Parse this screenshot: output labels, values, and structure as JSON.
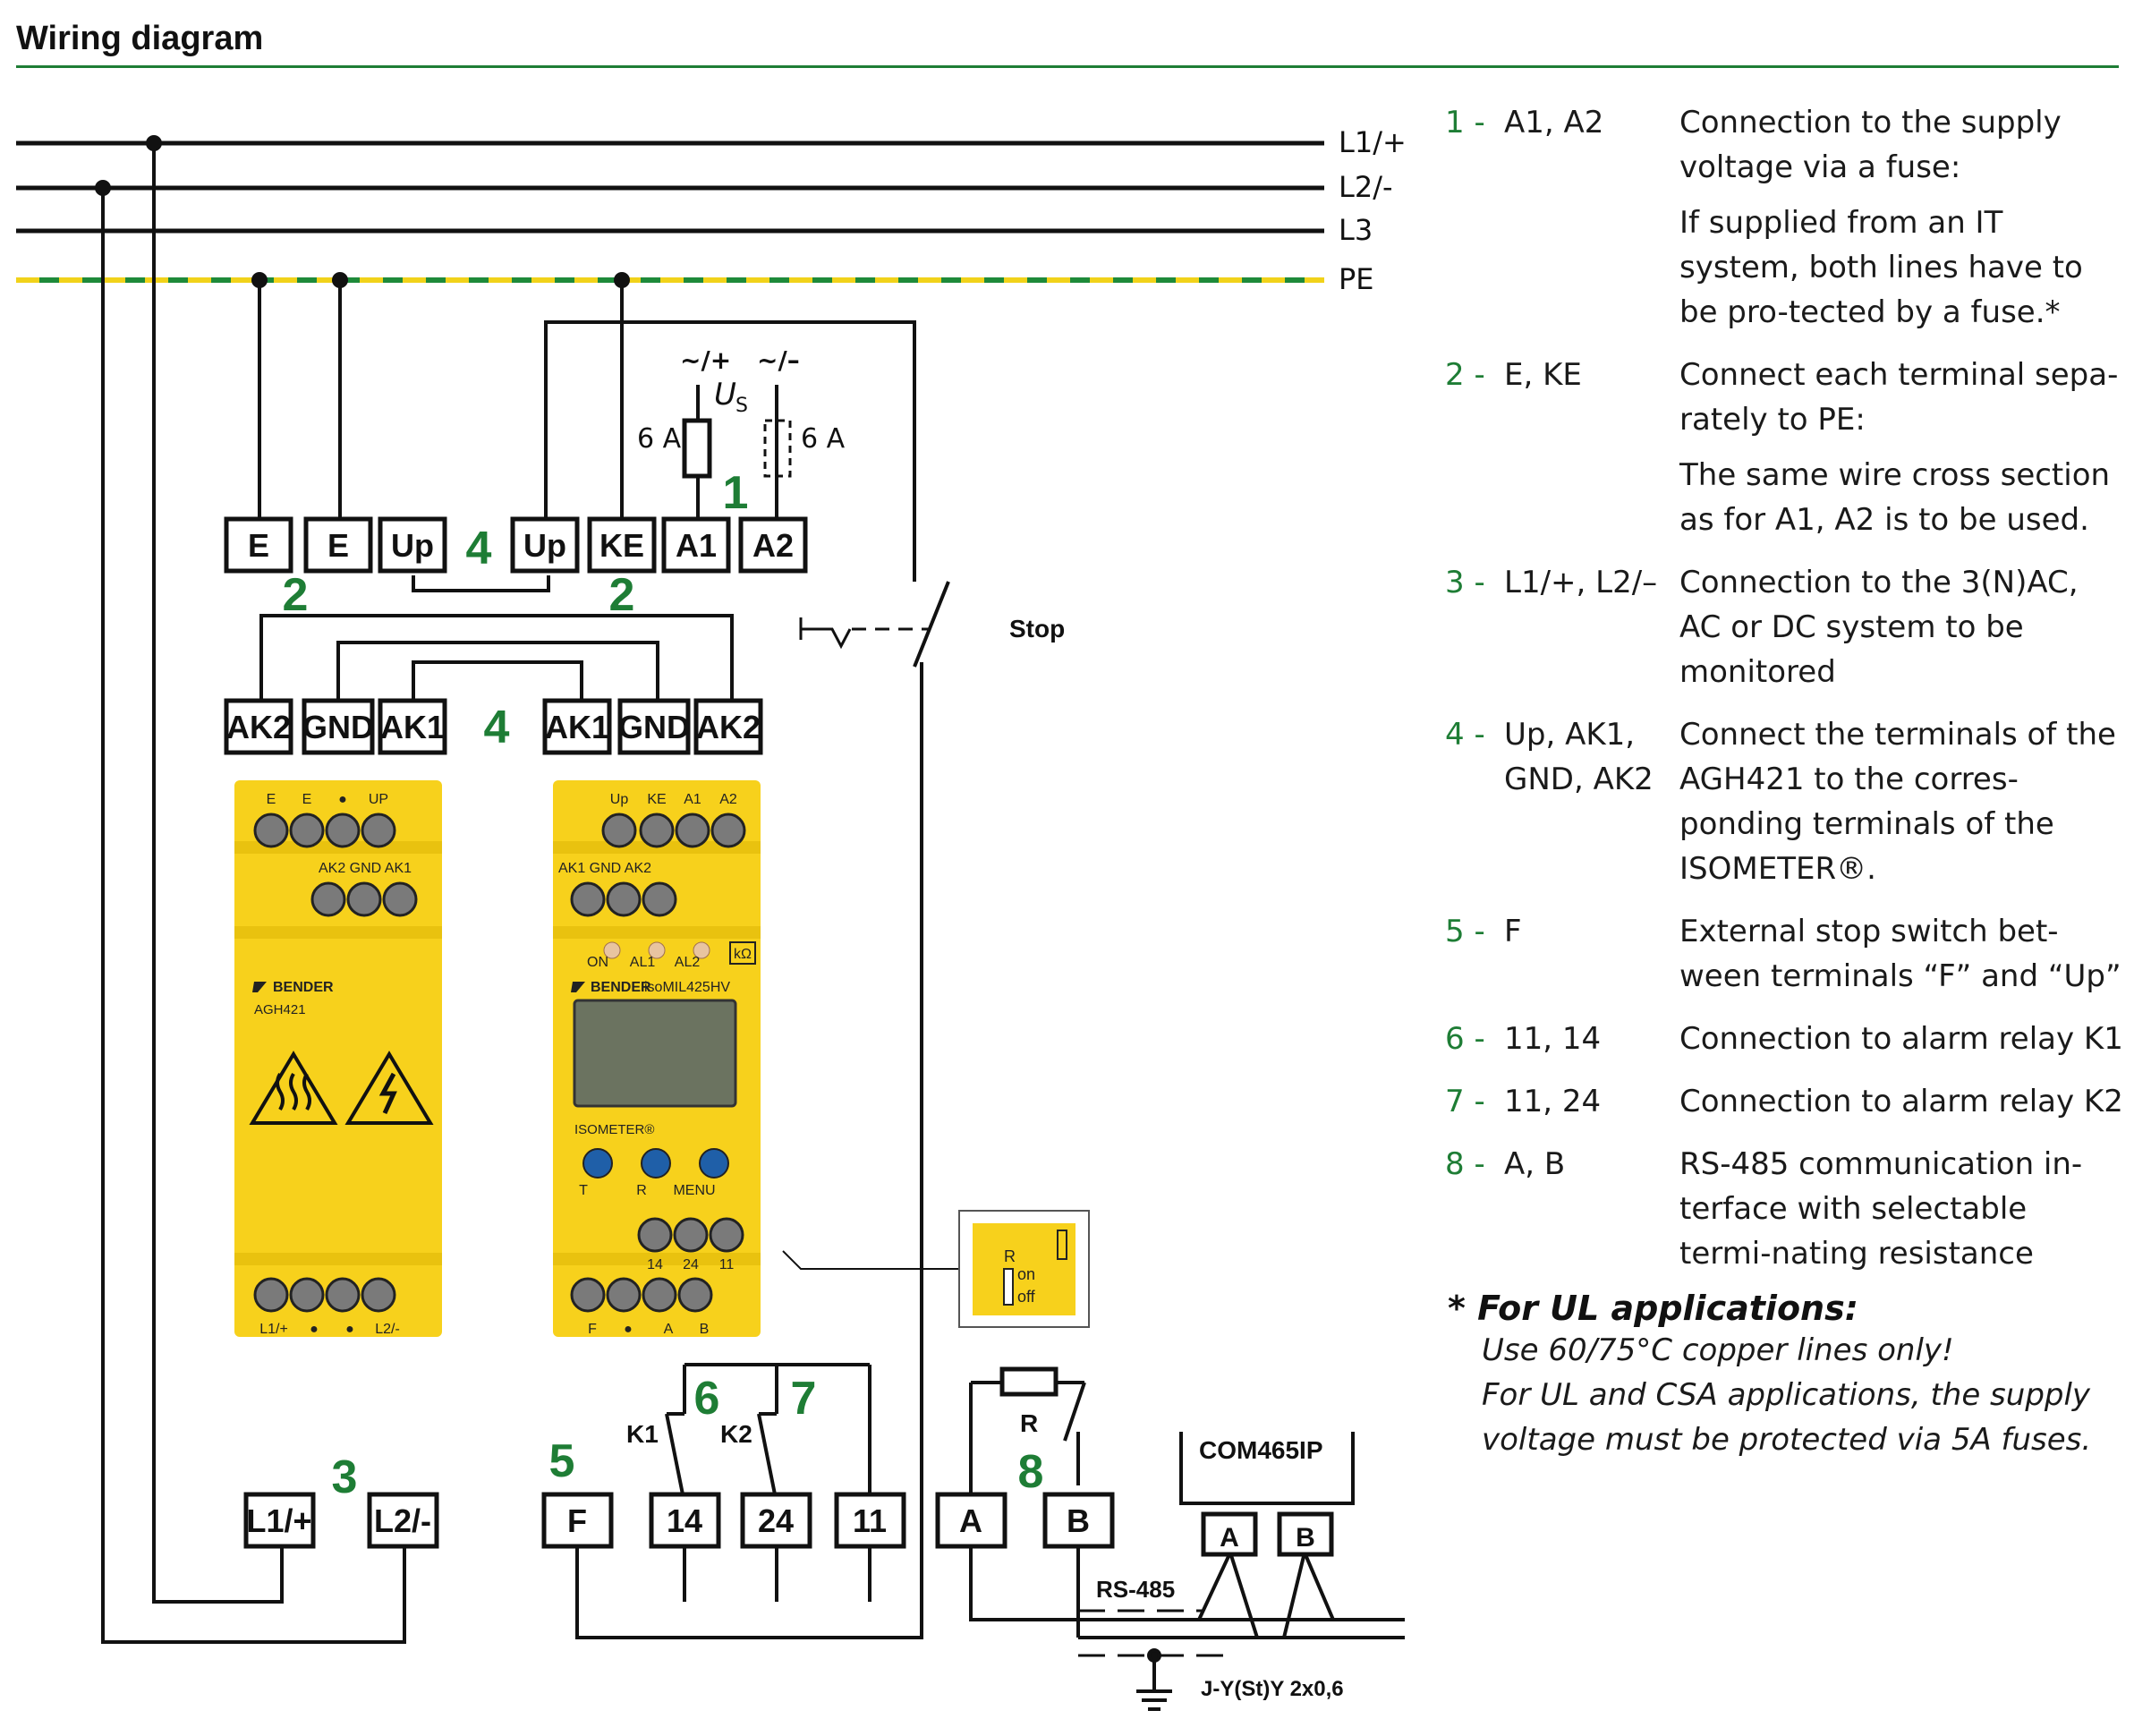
{
  "header": {
    "title": "Wiring diagram"
  },
  "colors": {
    "accent_green": "#1e7d35",
    "device_yellow": "#f7d11c",
    "pe_green": "#1e8a3a",
    "pe_yellow": "#f1d21a"
  },
  "lines": [
    "L1/+",
    "L2/-",
    "L3",
    "PE"
  ],
  "supply": {
    "plus": "~/+",
    "minus": "~/–",
    "us": "U",
    "us_sub": "S",
    "fuse_left": "6 A",
    "fuse_right": "6 A"
  },
  "top_terminals": [
    "E",
    "E",
    "Up",
    "Up",
    "KE",
    "A1",
    "A2"
  ],
  "ak_left": [
    "AK2",
    "GND",
    "AK1"
  ],
  "ak_right": [
    "AK1",
    "GND",
    "AK2"
  ],
  "stop_label": "Stop",
  "device_left": {
    "top_row": [
      "E",
      "E",
      "●",
      "UP"
    ],
    "mid_row": "AK2 GND AK1",
    "brand": "BENDER",
    "model": "AGH421",
    "bottom_row": [
      "L1/+",
      "●",
      "●",
      "L2/-"
    ]
  },
  "device_right": {
    "top_row": [
      "Up",
      "KE",
      "A1",
      "A2"
    ],
    "mid_row": "AK1 GND AK2",
    "leds": [
      "ON",
      "AL1",
      "AL2"
    ],
    "unit": "kΩ",
    "brand": "BENDER",
    "model": "isoMIL425HV",
    "isometer": "ISOMETER®",
    "buttons": [
      "T",
      "R",
      "MENU"
    ],
    "relay_row": [
      "14",
      "24",
      "11"
    ],
    "bottom_row": [
      "F",
      "●",
      "A",
      "B"
    ]
  },
  "switch_inset": {
    "r": "R",
    "on": "on",
    "off": "off"
  },
  "bottom_terminals": [
    "L1/+",
    "L2/-",
    "F",
    "14",
    "24",
    "11",
    "A",
    "B"
  ],
  "relays": {
    "k1": "K1",
    "k2": "K2",
    "r": "R"
  },
  "com": {
    "label": "COM465IP",
    "a": "A",
    "b": "B",
    "bus": "RS-485",
    "cable": "J-Y(St)Y 2x0,6"
  },
  "callouts": [
    "1",
    "2",
    "2",
    "3",
    "4",
    "4",
    "5",
    "6",
    "7",
    "8"
  ],
  "legend": [
    {
      "num": "1 -",
      "term": "A1, A2",
      "desc": [
        "Connection to the supply voltage via a fuse:",
        "If supplied from an IT system, both lines have to be pro-tected by a fuse.*"
      ]
    },
    {
      "num": "2 -",
      "term": "E, KE",
      "desc": [
        "Connect each terminal sepa-rately to PE:",
        "The same wire cross section as for A1, A2 is to be used."
      ]
    },
    {
      "num": "3 -",
      "term": "L1/+, L2/–",
      "desc": [
        "Connection to the 3(N)AC, AC or DC system to be monitored"
      ]
    },
    {
      "num": "4 -",
      "term": "Up, AK1, GND, AK2",
      "desc": [
        "Connect the terminals of the AGH421 to the corres-ponding terminals of the ISOMETER®."
      ]
    },
    {
      "num": "5 -",
      "term": "F",
      "desc": [
        "External stop switch bet-ween terminals “F” and “Up”"
      ]
    },
    {
      "num": "6 -",
      "term": "11, 14",
      "desc": [
        "Connection to alarm relay K1"
      ]
    },
    {
      "num": "7 -",
      "term": "11, 24",
      "desc": [
        "Connection to alarm relay K2"
      ]
    },
    {
      "num": "8 -",
      "term": "A, B",
      "desc": [
        "RS-485 communication in-terface with selectable termi-nating resistance"
      ]
    }
  ],
  "ul": {
    "title": "* For UL applications:",
    "lines": [
      "Use 60/75°C copper lines only!",
      "For UL and CSA applications, the supply voltage must be protected via 5A fuses."
    ]
  }
}
